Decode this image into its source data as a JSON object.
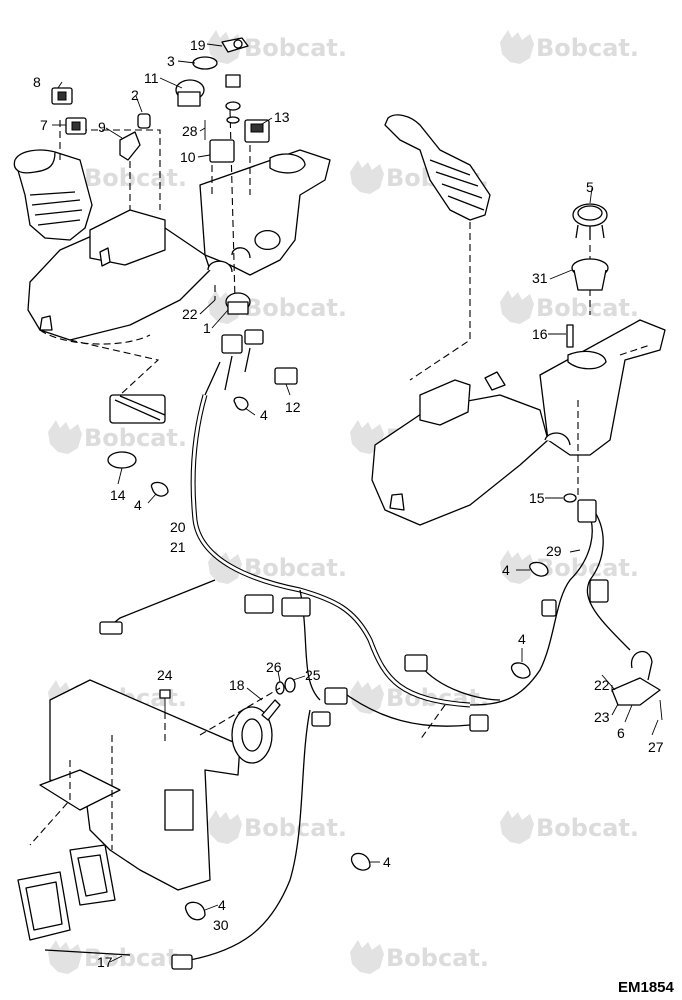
{
  "watermark": {
    "text": "Bobcat."
  },
  "diagram_id": "EM1854",
  "callouts": {
    "c19": "19",
    "c3": "3",
    "c11": "11",
    "c2": "2",
    "c8": "8",
    "c7": "7",
    "c9": "9",
    "c28": "28",
    "c13": "13",
    "c10": "10",
    "c22a": "22",
    "c1": "1",
    "c12": "12",
    "c4a": "4",
    "c14": "14",
    "c4b": "4",
    "c20": "20",
    "c21": "21",
    "c5": "5",
    "c31": "31",
    "c16": "16",
    "c15": "15",
    "c29": "29",
    "c4c": "4",
    "c4d": "4",
    "c22b": "22",
    "c23": "23",
    "c6": "6",
    "c27": "27",
    "c24": "24",
    "c26": "26",
    "c25": "25",
    "c18": "18",
    "c4e": "4",
    "c4f": "4",
    "c30": "30",
    "c17": "17"
  }
}
